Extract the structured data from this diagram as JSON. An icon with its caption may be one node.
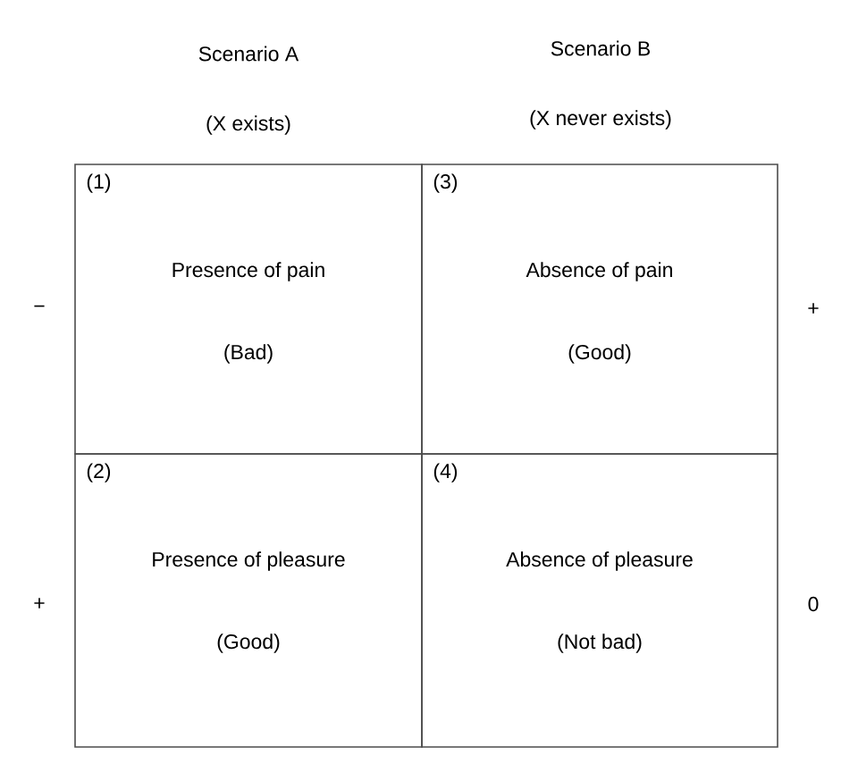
{
  "diagram": {
    "nodes": [
      {
        "text": [
          "(1)",
          "Presence of pain",
          "(Bad)"
        ]
      },
      {
        "text": [
          "(3)",
          "Absence of pain",
          "(Good)"
        ]
      },
      {
        "text": [
          "(2)",
          "Presence of pleasure",
          "(Good)"
        ]
      },
      {
        "text": [
          "(4)",
          "Absence of pleasure",
          "(Not bad)"
        ]
      }
    ],
    "labels": [
      "Scenario A",
      "Scenario B",
      "(X exists)",
      "(X never exists)",
      "−",
      "+",
      "+",
      "0"
    ]
  }
}
